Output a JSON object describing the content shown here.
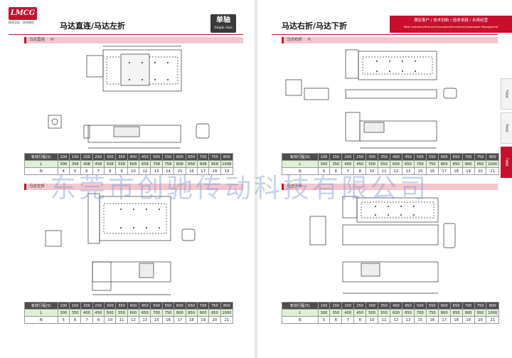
{
  "header": {
    "logo_text": "LMCG",
    "logo_sub": "精密导轨 · 直线模组",
    "left_title": "马达直连/马达左折",
    "right_title": "马达右折/马达下折",
    "badge_main": "单轴",
    "badge_sub": "Single Axis",
    "slogan_cn": "满足客户 / 技术创新 / 追求卓越 / 永续经营",
    "slogan_en": "Meet Customer/Technical Innovation/Excellence/Sustainable Management",
    "accent_color": "#c8102e"
  },
  "sections": [
    {
      "title": "马达直连",
      "code": "M"
    },
    {
      "title": "马达左折",
      "code": ""
    },
    {
      "title": "马达右折",
      "code": "R"
    },
    {
      "title": "马达下折",
      "code": ""
    }
  ],
  "tables": [
    {
      "head_label": "有效行程(S)",
      "strokes": [
        "100",
        "150",
        "200",
        "250",
        "300",
        "350",
        "400",
        "450",
        "500",
        "550",
        "600",
        "650",
        "700",
        "750",
        "800"
      ],
      "row1_label": "L",
      "row1": [
        "308",
        "358",
        "408",
        "458",
        "508",
        "558",
        "608",
        "658",
        "708",
        "758",
        "808",
        "858",
        "908",
        "958",
        "1008"
      ],
      "row2_label": "N",
      "row2": [
        "4",
        "5",
        "6",
        "7",
        "8",
        "9",
        "10",
        "12",
        "13",
        "14",
        "15",
        "16",
        "17",
        "18",
        "19"
      ]
    },
    {
      "head_label": "有效行程(S)",
      "strokes": [
        "100",
        "150",
        "200",
        "250",
        "300",
        "350",
        "400",
        "450",
        "500",
        "550",
        "600",
        "650",
        "700",
        "750",
        "800"
      ],
      "row1_label": "L",
      "row1": [
        "300",
        "350",
        "400",
        "450",
        "500",
        "550",
        "600",
        "650",
        "700",
        "750",
        "800",
        "850",
        "900",
        "950",
        "1000"
      ],
      "row2_label": "N",
      "row2": [
        "5",
        "6",
        "7",
        "8",
        "10",
        "11",
        "12",
        "13",
        "15",
        "16",
        "17",
        "18",
        "19",
        "20",
        "21"
      ]
    },
    {
      "head_label": "有效行程(S)",
      "strokes": [
        "100",
        "150",
        "200",
        "250",
        "300",
        "350",
        "400",
        "450",
        "500",
        "550",
        "600",
        "650",
        "700",
        "750",
        "800"
      ],
      "row1_label": "L",
      "row1": [
        "300",
        "350",
        "400",
        "450",
        "500",
        "550",
        "600",
        "650",
        "700",
        "750",
        "800",
        "850",
        "900",
        "950",
        "1000"
      ],
      "row2_label": "N",
      "row2": [
        "5",
        "6",
        "7",
        "8",
        "10",
        "11",
        "12",
        "13",
        "15",
        "16",
        "17",
        "18",
        "19",
        "20",
        "21"
      ]
    },
    {
      "head_label": "有效行程(S)",
      "strokes": [
        "100",
        "150",
        "200",
        "250",
        "300",
        "350",
        "400",
        "450",
        "500",
        "550",
        "600",
        "650",
        "700",
        "750",
        "800"
      ],
      "row1_label": "L",
      "row1": [
        "300",
        "350",
        "400",
        "450",
        "500",
        "550",
        "600",
        "650",
        "700",
        "750",
        "800",
        "850",
        "900",
        "950",
        "1000"
      ],
      "row2_label": "N",
      "row2": [
        "5",
        "6",
        "7",
        "8",
        "10",
        "11",
        "12",
        "13",
        "15",
        "16",
        "17",
        "18",
        "19",
        "20",
        "21"
      ]
    }
  ],
  "side_tabs": [
    "A系列",
    "B系列",
    "C系列"
  ],
  "watermark": "东莞市创驰传动科技有限公司"
}
